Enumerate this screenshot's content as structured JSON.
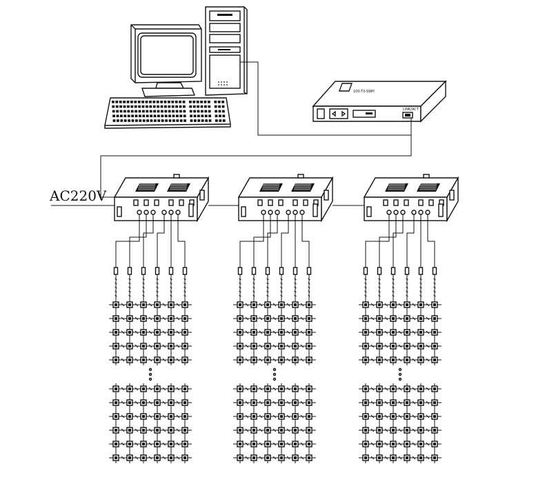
{
  "power_label": "AC220V",
  "switch_label": "100-TX-SWH",
  "switch_port_label": "LINK/ACT",
  "computer": {
    "icon": "desktop-computer-icon"
  },
  "network_switch": {
    "icon": "network-switch-icon"
  },
  "controllers": [
    {
      "icon": "led-controller-icon",
      "outputs": 6
    },
    {
      "icon": "led-controller-icon",
      "outputs": 6
    },
    {
      "icon": "led-controller-icon",
      "outputs": 6
    }
  ],
  "led_grid": {
    "columns": 6,
    "upper_rows": 5,
    "lower_rows": 6,
    "icon": "led-pixel-grid-icon"
  },
  "colors": {
    "ink": "#111111",
    "background": "#ffffff"
  }
}
